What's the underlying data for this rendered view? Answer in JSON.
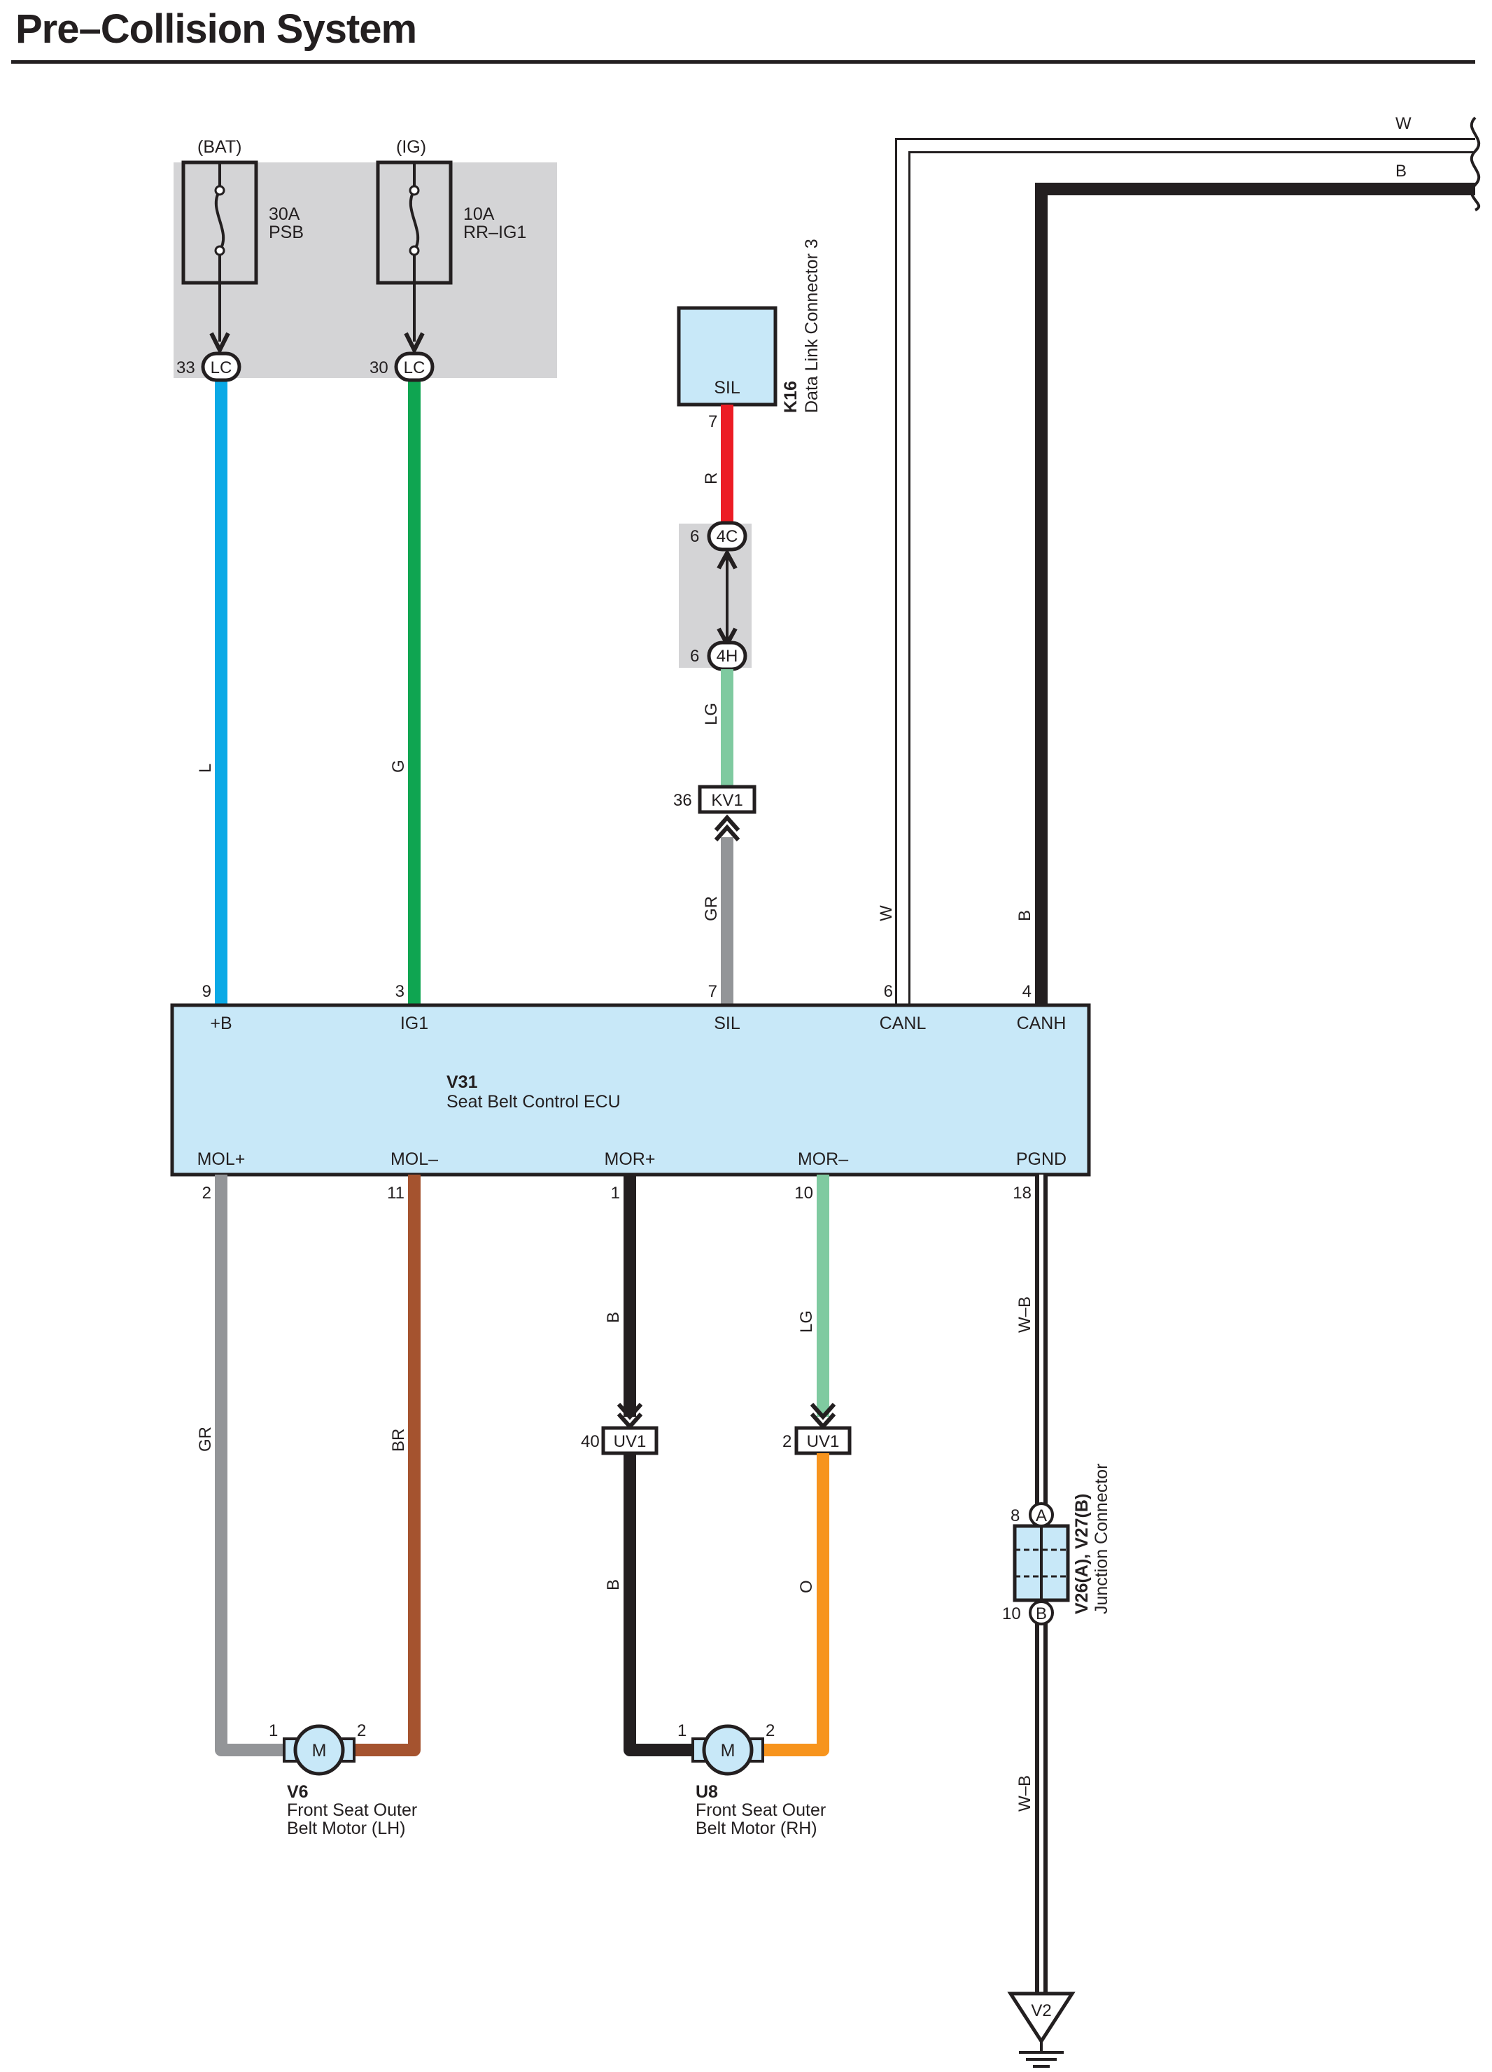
{
  "title": "Pre–Collision System",
  "colors": {
    "L": "#0aa9e6",
    "G": "#0fa551",
    "R": "#ec1c24",
    "LG": "#7fcaa0",
    "GR": "#939598",
    "B": "#231f20",
    "W": "#ffffff",
    "BR": "#a5532f",
    "O": "#f7941d",
    "box_fill": "#c8e8f8",
    "shade": "#d4d4d6"
  },
  "power": {
    "bat_label": "(BAT)",
    "ig_label": "(IG)",
    "fuse1_rating": "30A",
    "fuse1_name": "PSB",
    "fuse2_rating": "10A",
    "fuse2_name": "RR–IG1",
    "lc1_pin": "33",
    "lc1_code": "LC",
    "lc2_pin": "30",
    "lc2_code": "LC"
  },
  "dlc": {
    "pin_name": "SIL",
    "code": "K16",
    "name": "Data Link Connector 3",
    "pin": "7",
    "wire": "R",
    "jc_top_pin": "6",
    "jc_top_code": "4C",
    "jc_bot_pin": "6",
    "jc_bot_code": "4H",
    "wire2": "LG",
    "kv_pin": "36",
    "kv_code": "KV1",
    "wire3": "GR"
  },
  "bus": {
    "w_label": "W",
    "b_label": "B"
  },
  "wires_top": {
    "l": "L",
    "g": "G",
    "w": "W",
    "b": "B"
  },
  "ecu": {
    "code": "V31",
    "name": "Seat Belt Control ECU",
    "top_pins": [
      {
        "num": "9",
        "name": "+B"
      },
      {
        "num": "3",
        "name": "IG1"
      },
      {
        "num": "7",
        "name": "SIL"
      },
      {
        "num": "6",
        "name": "CANL"
      },
      {
        "num": "4",
        "name": "CANH"
      }
    ],
    "bottom_pins": [
      {
        "num": "2",
        "name": "MOL+"
      },
      {
        "num": "11",
        "name": "MOL–"
      },
      {
        "num": "1",
        "name": "MOR+"
      },
      {
        "num": "10",
        "name": "MOR–"
      },
      {
        "num": "18",
        "name": "PGND"
      }
    ]
  },
  "lower_wires": {
    "gr": "GR",
    "br": "BR",
    "b1": "B",
    "lg": "LG",
    "wb1": "W–B",
    "b2": "B",
    "o": "O",
    "wb2": "W–B"
  },
  "uv1_left": {
    "pin": "40",
    "code": "UV1"
  },
  "uv1_right": {
    "pin": "2",
    "code": "UV1"
  },
  "motor_lh": {
    "symbol": "M",
    "pin1": "1",
    "pin2": "2",
    "code": "V6",
    "name_line1": "Front Seat Outer",
    "name_line2": "Belt Motor (LH)"
  },
  "motor_rh": {
    "symbol": "M",
    "pin1": "1",
    "pin2": "2",
    "code": "U8",
    "name_line1": "Front Seat Outer",
    "name_line2": "Belt Motor (RH)"
  },
  "junction": {
    "pin_a": "8",
    "letter_a": "A",
    "pin_b": "10",
    "letter_b": "B",
    "code": "V26(A), V27(B)",
    "name": "Junction Connector"
  },
  "ground": {
    "code": "V2"
  }
}
